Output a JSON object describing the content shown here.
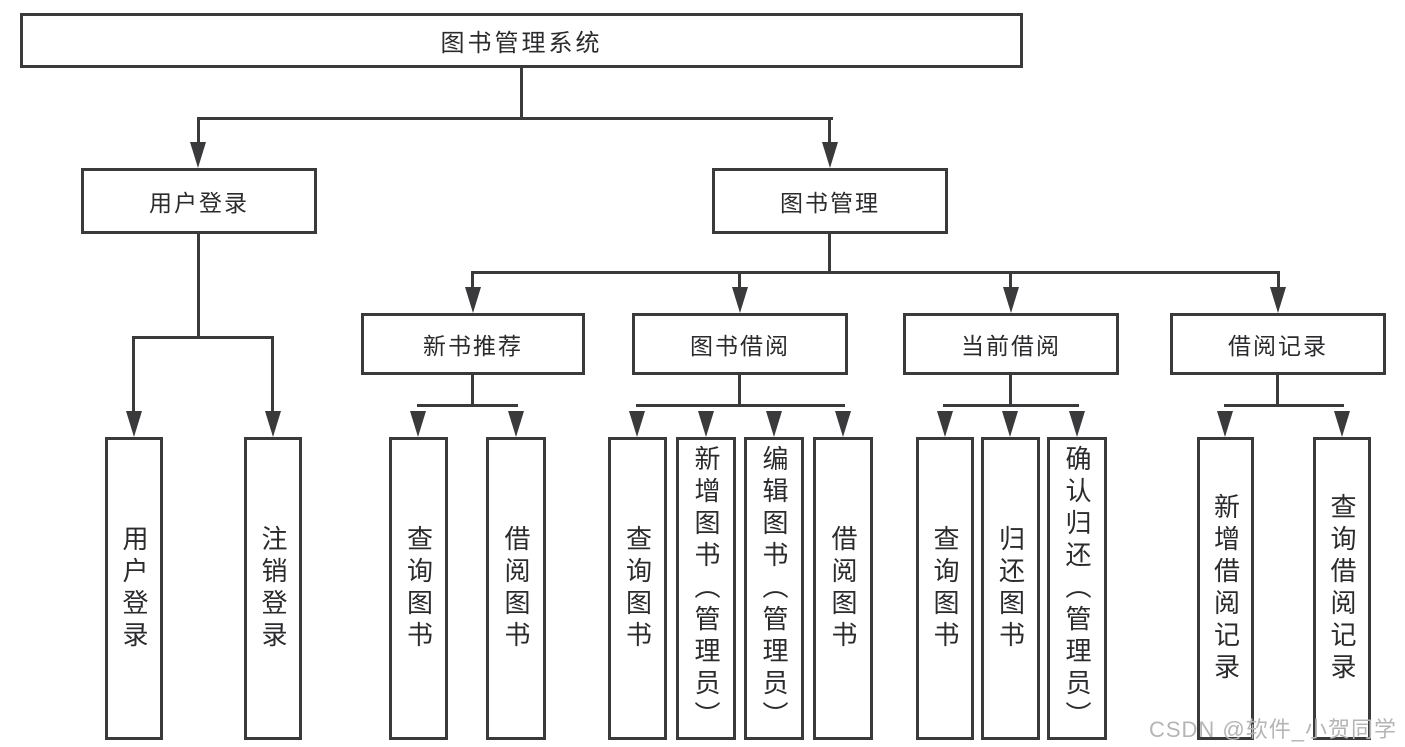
{
  "diagram": {
    "title": "图书管理系统",
    "nodes": {
      "root": {
        "label": "图书管理系统"
      },
      "user_login": {
        "label": "用户登录"
      },
      "book_mgmt": {
        "label": "图书管理"
      },
      "new_book_rec": {
        "label": "新书推荐"
      },
      "book_borrow": {
        "label": "图书借阅"
      },
      "current_borrow": {
        "label": "当前借阅"
      },
      "borrow_records": {
        "label": "借阅记录"
      },
      "leaf_user_login": {
        "label": "用户登录"
      },
      "leaf_logout": {
        "label": "注销登录"
      },
      "leaf_query_book_1": {
        "label": "查询图书"
      },
      "leaf_borrow_book_1": {
        "label": "借阅图书"
      },
      "leaf_query_book_2": {
        "label": "查询图书"
      },
      "leaf_add_book": {
        "label": "新增图书（管理员）"
      },
      "leaf_edit_book": {
        "label": "编辑图书（管理员）"
      },
      "leaf_borrow_book_2": {
        "label": "借阅图书"
      },
      "leaf_query_book_3": {
        "label": "查询图书"
      },
      "leaf_return_book": {
        "label": "归还图书"
      },
      "leaf_confirm_return": {
        "label": "确认归还（管理员）"
      },
      "leaf_add_record": {
        "label": "新增借阅记录"
      },
      "leaf_query_record": {
        "label": "查询借阅记录"
      }
    },
    "colors": {
      "line": "#3a3a3c",
      "text": "#2b2b2e",
      "background": "#ffffff",
      "watermark_color": "#b5b5b5"
    }
  },
  "watermark": {
    "text": "CSDN @软件_小贺同学"
  }
}
